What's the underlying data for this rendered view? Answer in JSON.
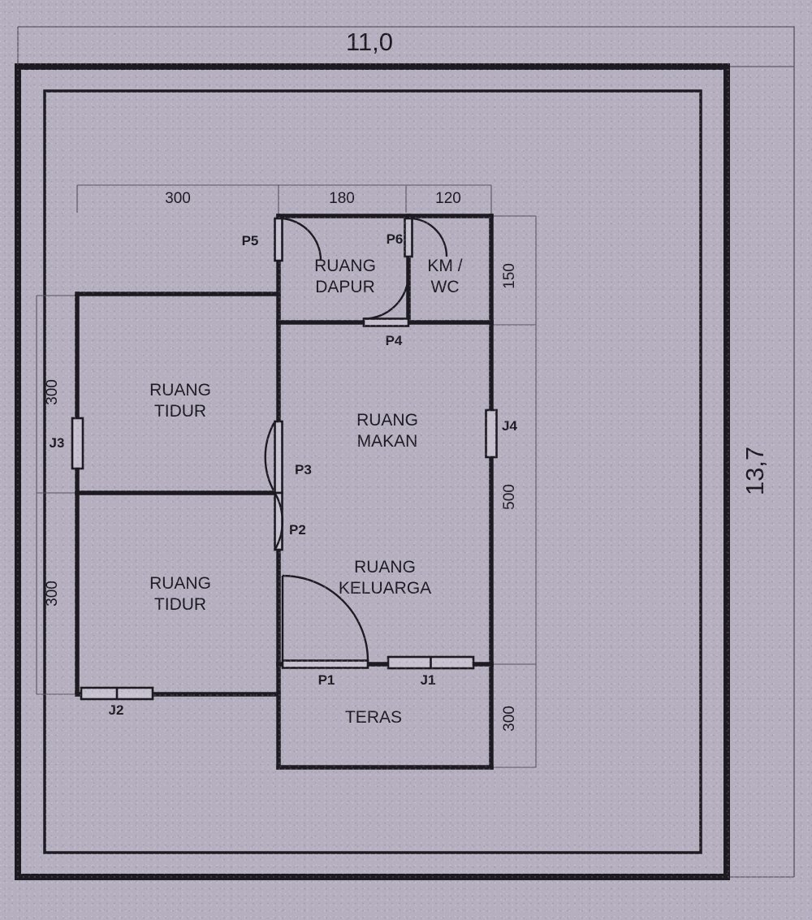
{
  "drawing": {
    "type": "architectural-floor-plan",
    "background_color": "#b5afc0",
    "ink_color": "#1d1a22",
    "overall_dimensions": {
      "width_label": "11,0",
      "height_label": "13,7"
    }
  },
  "rooms": [
    {
      "id": "ruang-dapur",
      "line1": "RUANG",
      "line2": "DAPUR"
    },
    {
      "id": "km-wc",
      "line1": "KM /",
      "line2": "WC"
    },
    {
      "id": "ruang-tidur-1",
      "line1": "RUANG",
      "line2": "TIDUR"
    },
    {
      "id": "ruang-makan",
      "line1": "RUANG",
      "line2": "MAKAN"
    },
    {
      "id": "ruang-tidur-2",
      "line1": "RUANG",
      "line2": "TIDUR"
    },
    {
      "id": "ruang-keluarga",
      "line1": "RUANG",
      "line2": "KELUARGA"
    },
    {
      "id": "teras",
      "line1": "TERAS",
      "line2": ""
    }
  ],
  "doors": [
    {
      "id": "P1",
      "label": "P1"
    },
    {
      "id": "P2",
      "label": "P2"
    },
    {
      "id": "P3",
      "label": "P3"
    },
    {
      "id": "P4",
      "label": "P4"
    },
    {
      "id": "P5",
      "label": "P5"
    },
    {
      "id": "P6",
      "label": "P6"
    }
  ],
  "windows": [
    {
      "id": "J1",
      "label": "J1"
    },
    {
      "id": "J2",
      "label": "J2"
    },
    {
      "id": "J3",
      "label": "J3"
    },
    {
      "id": "J4",
      "label": "J4"
    }
  ],
  "dimensions": {
    "top": [
      {
        "id": "dim-top-300",
        "value": "300"
      },
      {
        "id": "dim-top-180",
        "value": "180"
      },
      {
        "id": "dim-top-120",
        "value": "120"
      }
    ],
    "left": [
      {
        "id": "dim-left-300-upper",
        "value": "300"
      },
      {
        "id": "dim-left-300-lower",
        "value": "300"
      }
    ],
    "right": [
      {
        "id": "dim-right-150",
        "value": "150"
      },
      {
        "id": "dim-right-500",
        "value": "500"
      },
      {
        "id": "dim-right-300",
        "value": "300"
      }
    ],
    "overall_width": "11,0",
    "overall_height": "13,7"
  }
}
